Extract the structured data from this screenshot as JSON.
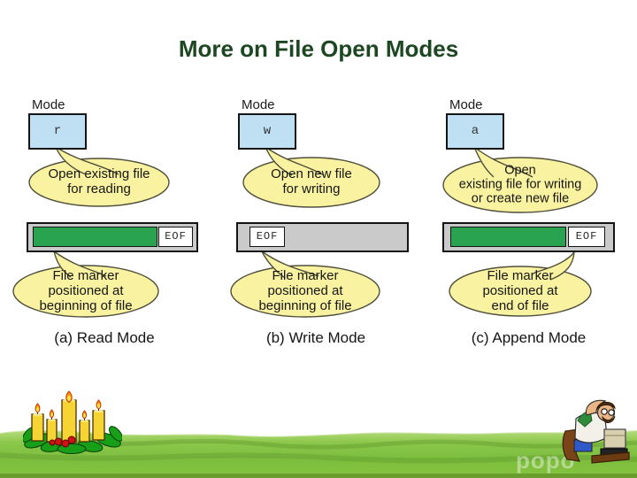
{
  "slide": {
    "title": "More on File Open Modes",
    "watermark": "popo"
  },
  "colors": {
    "title-green": "#1c4721",
    "mode-box-blue": "#bfe0f2",
    "bubble-yellow": "#f9f2a0",
    "bar-gray": "#cacaca",
    "file-green": "#2aa351",
    "grass-main": "#7cbd3e",
    "ink": "#1b1b1b"
  },
  "columns": [
    {
      "caption": "(a) Read Mode",
      "mode_label": "Mode",
      "mode_value": "r",
      "open_bubble_lines": [
        "Open existing file",
        "for reading"
      ],
      "marker_bubble_lines": [
        "File marker",
        "positioned at",
        "beginning of file"
      ],
      "eof_label": "EOF"
    },
    {
      "caption": "(b) Write Mode",
      "mode_label": "Mode",
      "mode_value": "w",
      "open_bubble_lines": [
        "Open new file",
        "for writing"
      ],
      "marker_bubble_lines": [
        "File marker",
        "positioned at",
        "beginning of file"
      ],
      "eof_label": "EOF"
    },
    {
      "caption": "(c) Append Mode",
      "mode_label": "Mode",
      "mode_value": "a",
      "open_bubble_lines": [
        "Open",
        "existing file for writing",
        "or create new file"
      ],
      "marker_bubble_lines": [
        "File marker",
        "positioned at",
        "end of file"
      ],
      "eof_label": "EOF"
    }
  ],
  "decorations": {
    "left": "christmas-candles-clipart",
    "right": "man-at-computer-clipart"
  }
}
